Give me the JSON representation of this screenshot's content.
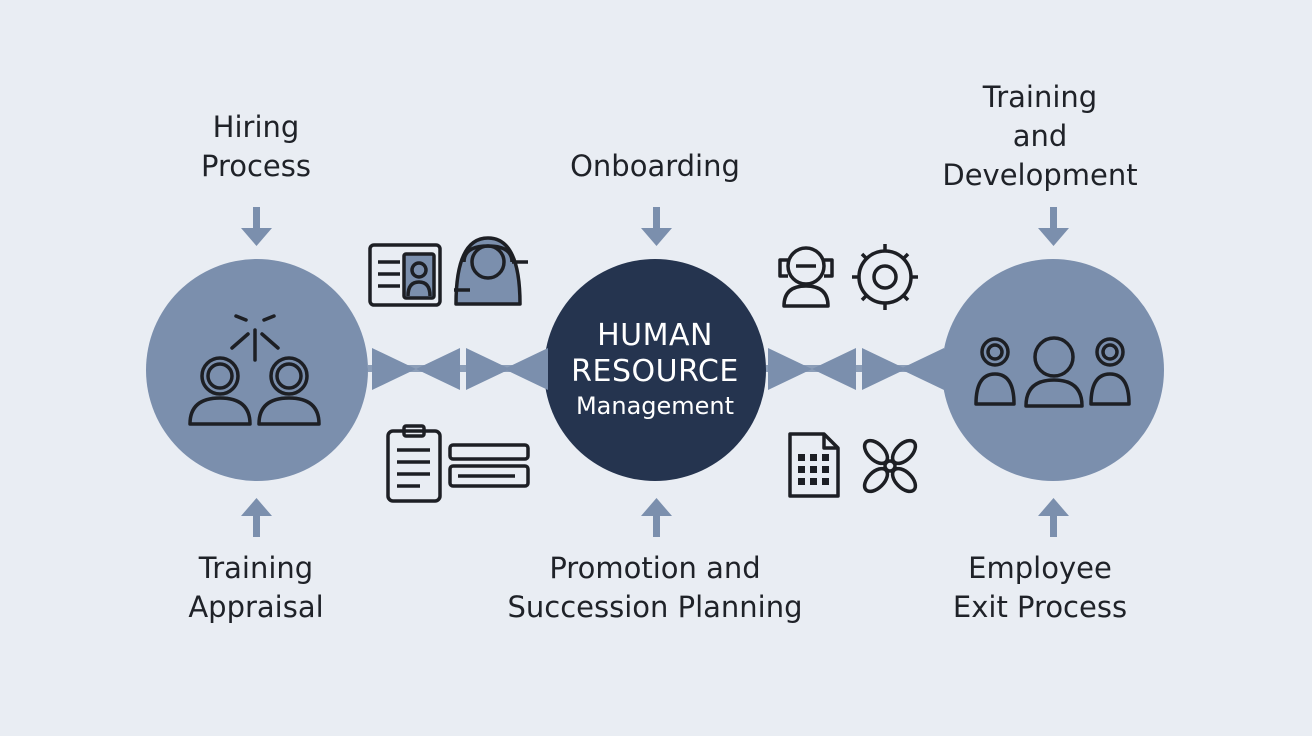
{
  "center": {
    "line1": "HUMAN",
    "line2": "RESOURCE",
    "line3": "Management"
  },
  "labels": {
    "hiring": "Hiring\nProcess",
    "onboarding": "Onboarding",
    "training_dev": "Training\nand\nDevelopment",
    "training_appraisal": "Training\nAppraisal",
    "promotion": "Promotion and\nSuccession Planning",
    "exit": "Employee\nExit Process"
  },
  "colors": {
    "background": "#e9edf3",
    "side_circle": "#7b8fad",
    "center_circle": "#25344f",
    "arrow": "#7b8fad",
    "icon_stroke": "#1d1f24"
  },
  "icons": [
    "id-card-icon",
    "headset-agent-icon",
    "clipboard-icon",
    "text-lines-icon",
    "support-person-icon",
    "gear-icon",
    "spreadsheet-icon",
    "flower-icon",
    "two-people-icon",
    "group-icon"
  ]
}
